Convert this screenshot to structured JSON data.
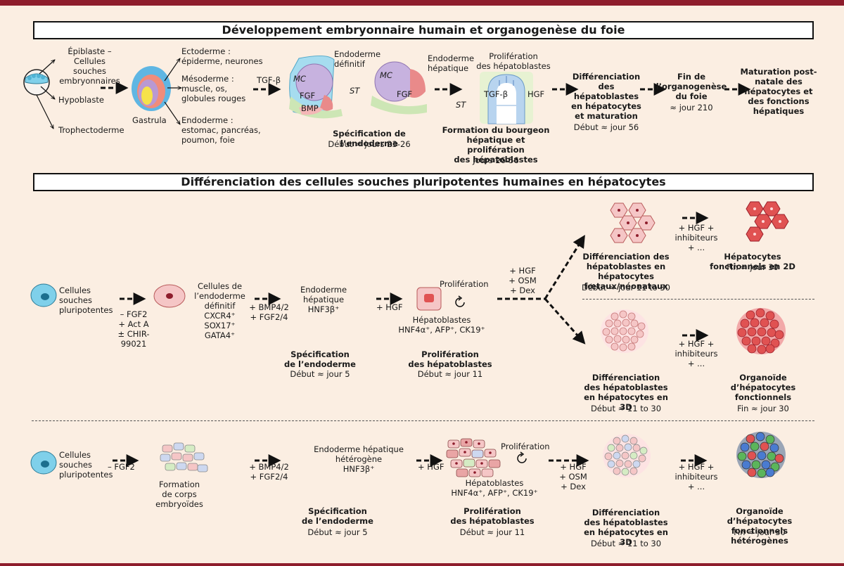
{
  "colors": {
    "frame": "#8e1d2c",
    "background": "#fbeee2",
    "cell_blue": "#7fd0ea",
    "cell_pink": "#f5c6c6",
    "nucleus": "#8e1d2c",
    "mc": "#c7b2df",
    "green": "#cde6b5",
    "pink_tissue": "#e98a8a"
  },
  "top": {
    "title": "Développement embryonnaire humain et organogenèse du foie",
    "epiblast": "Épiblaste –\nCellules souches\nembryonnaires",
    "hypoblast": "Hypoblaste",
    "trophectoderm": "Trophectoderme",
    "gastrula": "Gastrula",
    "ectoderm": "Ectoderme :\népiderme, neurones",
    "mesoderm": "Mésoderme :\nmuscle, os,\nglobules rouges",
    "endoderm": "Endoderme :\nestomac, pancréas,\npoumon, foie",
    "tgfb": "TGF-β",
    "mc": "MC",
    "fgf": "FGF",
    "bmp": "BMP",
    "st": "ST",
    "def_endoderm": "Endoderme\ndéfinitif",
    "hep_endoderm": "Endoderme\nhépatique",
    "spec_title": "Spécification de l’endoderme",
    "spec_start": "Début ≈ jours 23-26",
    "prolif": "Prolifération\ndes hépatoblastes",
    "hgf": "HGF",
    "bud_title": "Formation du bourgeon\nhépatique et prolifération\ndes hépatoblastes",
    "bud_days": "Jours 26-56",
    "diff_title": "Différenciation\ndes\nhépatoblastes\nen hépatocytes\net maturation",
    "diff_start": "Début ≈ jour 56",
    "end_title": "Fin de\nl’organogenèse\ndu foie",
    "end_day": "≈ jour 210",
    "post_title": "Maturation post-\nnatale des\nhépatocytes et\ndes fonctions\nhépatiques"
  },
  "middle": {
    "title": "Différenciation des cellules souches pluripotentes humaines en hépatocytes",
    "stem": "Cellules\nsouches\npluripotentes",
    "factors1": "– FGF2\n+ Act A\n± CHIR-99021",
    "def_cells": "Cellules de\nl’endoderme\ndéfinitif\nCXCR4⁺\nSOX17⁺\nGATA4⁺",
    "factors2": "+ BMP4/2\n+ FGF2/4",
    "hep_end": "Endoderme\nhépatique\nHNF3β⁺",
    "factors3": "+ HGF",
    "prolif": "Prolifération",
    "hepatoblasts": "Hépatoblastes\nHNF4α⁺, AFP⁺, CK19⁺",
    "factors4": "+ HGF\n+ OSM\n+ Dex",
    "spec_title": "Spécification\nde l’endoderme",
    "spec_start": "Début ≈ jour 5",
    "prolif_title": "Prolifération\ndes hépatoblastes",
    "prolif_start": "Début ≈ jour 11",
    "diff2d_title": "Différenciation des\nhépatoblastes en hépatocytes\nfœtaux/néonataux",
    "diff2d_start": "Début ≈ jour 11 to 30",
    "factors5": "+ HGF + inhibiteurs\n+ ...",
    "func2d_title": "Hépatocytes fonctionnels en 2D",
    "func2d_end": "Fin ≈ jour 30",
    "diff3d_title": "Différenciation\ndes hépatoblastes\nen hépatocytes en 3D",
    "diff3d_start": "Début ≈ 11 to 30",
    "factors6": "+ HGF + inhibiteurs\n+ ...",
    "org_title": "Organoïde\nd’hépatocytes\nfonctionnels",
    "org_end": "Fin ≈ jour 30"
  },
  "bottom": {
    "stem": "Cellules\nsouches\npluripotentes",
    "factors1": "– FGF2",
    "eb": "Formation\nde corps\nembryoïdes",
    "factors2": "+ BMP4/2\n+ FGF2/4",
    "hep_end": "Endoderme hépatique\nhétérogène\nHNF3β⁺",
    "factors3": "+ HGF",
    "prolif": "Prolifération",
    "hepatoblasts": "Hépatoblastes\nHNF4α⁺, AFP⁺, CK19⁺",
    "factors4": "+ HGF\n+ OSM\n+ Dex",
    "factors5": "+ HGF + inhibiteurs\n+ ...",
    "spec_title": "Spécification\nde l’endoderme",
    "spec_start": "Début ≈ jour 5",
    "prolif_title": "Prolifération\ndes hépatoblastes",
    "prolif_start": "Début ≈ jour 11",
    "diff_title": "Différenciation\ndes hépatoblastes\nen hépatocytes en 3D",
    "diff_start": "Début ≈ 11 to 30",
    "org_title": "Organoïde d’hépatocytes\nfonctionnels hétérogènes",
    "org_end": "Fin ≈ jour 30"
  }
}
